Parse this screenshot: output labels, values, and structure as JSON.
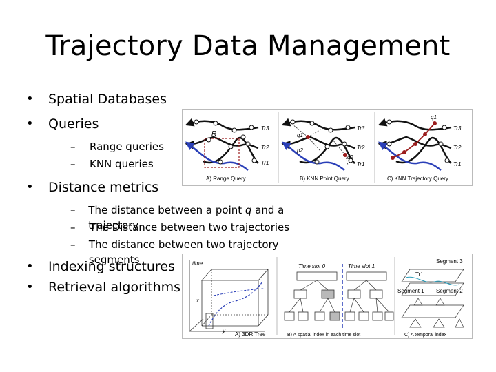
{
  "slide": {
    "title": "Trajectory Data Management"
  },
  "bullets": [
    {
      "level": 1,
      "text": "Spatial Databases"
    },
    {
      "level": 1,
      "text": "Queries"
    },
    {
      "level": 2,
      "text": "Range queries"
    },
    {
      "level": 2,
      "text": "KNN queries"
    },
    {
      "level": 1,
      "text": "Distance metrics"
    },
    {
      "level": 2,
      "text_parts": [
        "The distance between a point ",
        "q",
        " and a trajectory"
      ]
    },
    {
      "level": 2,
      "text": "The Distance between two trajectories"
    },
    {
      "level": 2,
      "text": "The distance between two trajectory segments"
    },
    {
      "level": 1,
      "text": "Indexing structures"
    },
    {
      "level": 1,
      "text": "Retrieval algorithms"
    }
  ],
  "figure_queries": {
    "panels": [
      {
        "caption": "A) Range Query",
        "region_label": "R",
        "traj_labels": [
          "Tr3",
          "Tr2",
          "Tr1"
        ]
      },
      {
        "caption": "B) KNN Point Query",
        "point_labels": [
          "q1",
          "p2",
          "q2"
        ],
        "traj_labels": [
          "Tr3",
          "Tr2",
          "Tr1"
        ]
      },
      {
        "caption": "C) KNN Trajectory Query",
        "point_labels": [
          "q1"
        ],
        "traj_labels": [
          "Tr3",
          "Tr2",
          "Tr1"
        ]
      }
    ]
  },
  "figure_indexing": {
    "panels": [
      {
        "caption": "A) 3DR Tree",
        "axis_labels": [
          "time",
          "x",
          "y"
        ]
      },
      {
        "caption": "B) A spatial index in each time slot",
        "slot_labels": [
          "Time slot 0",
          "Time slot 1"
        ]
      },
      {
        "caption": "C) A temporal index",
        "segment_labels": [
          "Segment 3",
          "Tr1",
          "Segment 1",
          "Segment 2"
        ]
      }
    ]
  },
  "colors": {
    "trajectory_black": "#111111",
    "trajectory_blue": "#2a3fb8",
    "query_red": "#9b1c1c",
    "shaded_node": "#b9b9b9"
  }
}
